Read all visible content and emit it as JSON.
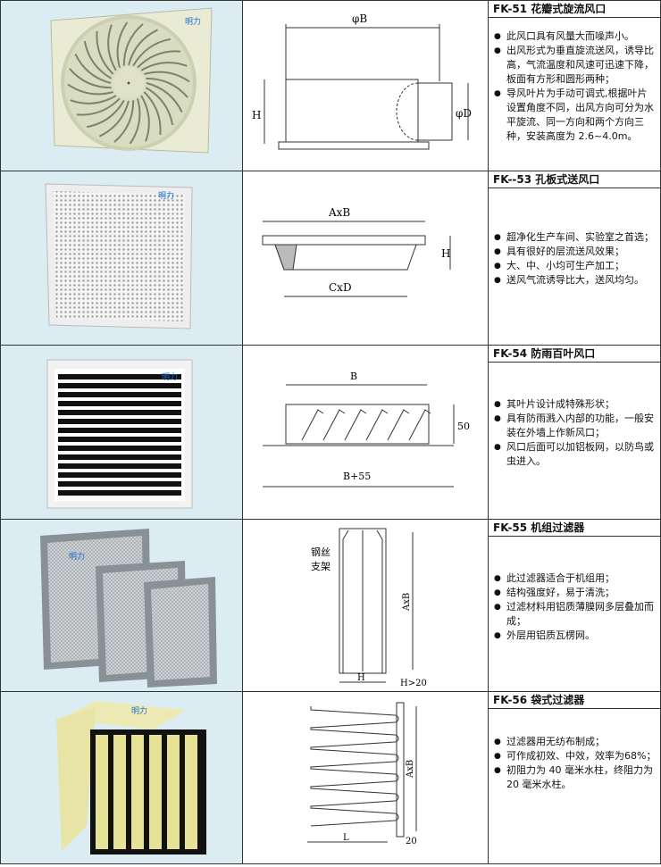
{
  "products": [
    {
      "title": "FK-51 花瓣式旋流风口",
      "bullets": [
        "此风口具有风量大而噪声小。",
        "出风形式为垂直旋流送风，诱导比高，气流温度和风速可迅速下降，板面有方形和圆形两种；",
        "导风叶片为手动可调式,根据叶片设置角度不同，出风方向可分为水平旋流、同一方向和两个方向三种，安装高度为 2.6~4.0m。"
      ],
      "dims": [
        "φB",
        "H",
        "φD"
      ]
    },
    {
      "title": "FK--53 孔板式送风口",
      "bullets": [
        "超净化生产车间、实验室之首选；",
        "具有很好的层流送风效果；",
        "大、中、小均可生产加工；",
        "送风气流诱导比大，送风均匀。"
      ],
      "dims": [
        "AxB",
        "H",
        "CxD"
      ]
    },
    {
      "title": "FK-54 防雨百叶风口",
      "bullets": [
        "其叶片设计成特殊形状；",
        "具有防雨溅入内部的功能，一般安装在外墙上作新风口；",
        "风口后面可以加铝板网，以防鸟或虫进入。"
      ],
      "dims": [
        "B",
        "50",
        "B+55"
      ]
    },
    {
      "title": "FK-55 机组过滤器",
      "bullets": [
        "此过滤器适合于机组用；",
        "结构强度好，易于清洗；",
        "过滤材料用铝质薄膜网多层叠加而成；",
        "外层用铝质瓦楞网。"
      ],
      "dims": [
        "钢丝",
        "支架",
        "AxB",
        "H",
        "H>20"
      ]
    },
    {
      "title": "FK-56 袋式过滤器",
      "bullets": [
        "过滤器用无纺布制成；",
        "可作成初效、中效，效率为68%；",
        "初阻力为 40 毫米水柱，终阻力为 20 毫米水柱。"
      ],
      "dims": [
        "AxB",
        "L",
        "20"
      ]
    }
  ],
  "logo_text": "明力"
}
